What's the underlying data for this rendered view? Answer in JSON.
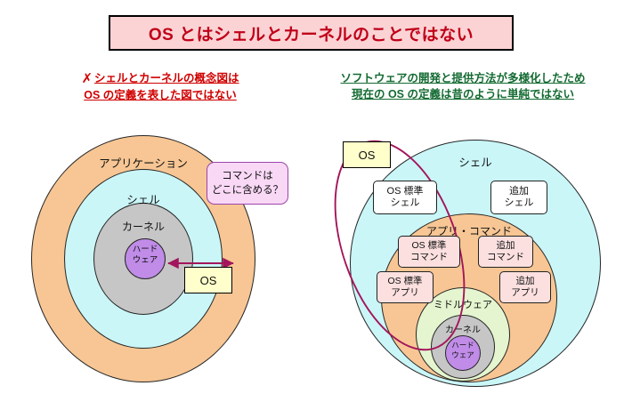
{
  "title": {
    "text": "OS とはシェルとカーネルのことではない",
    "color": "#C00018",
    "background": "#FBD3D5"
  },
  "captions": {
    "left": {
      "xmark": "✗",
      "line1": "シェルとカーネルの概念図は",
      "line2": "OS の定義を表した図ではない",
      "color": "#D00000"
    },
    "right": {
      "line1": "ソフトウェアの開発と提供方法が多様化したため",
      "line2": "現在の OS の定義は昔のように単純ではない",
      "color": "#146B32"
    }
  },
  "left_diagram": {
    "rings": [
      {
        "label": "アプリケーション",
        "color": "#F7C694"
      },
      {
        "label": "シェル",
        "color": "#CAF6F8"
      },
      {
        "label": "カーネル",
        "color": "#C6C6C6"
      },
      {
        "label": "ハード\nウェア",
        "line1": "ハード",
        "line2": "ウェア",
        "color": "#C08CE8"
      }
    ],
    "os_box": "OS",
    "callout": {
      "line1": "コマンドは",
      "line2": "どこに含める？",
      "background": "#F9D8F6",
      "border": "#9B45A8"
    },
    "arrow_color": "#A3165B"
  },
  "right_diagram": {
    "rings": [
      {
        "label": "シェル",
        "color": "#CAF6F8"
      },
      {
        "label": "アプリ・コマンド",
        "color": "#F7C694"
      },
      {
        "label": "ミドルウェア",
        "color": "#E4F5CF"
      },
      {
        "label": "カーネル",
        "color": "#C6C6C6"
      },
      {
        "label": "ハード\nウェア",
        "line1": "ハード",
        "line2": "ウェア",
        "color": "#C08CE8"
      }
    ],
    "os_box": "OS",
    "os_ellipse_color": "#A3165B",
    "boxes": [
      {
        "name": "std-shell",
        "line1": "OS 標準",
        "line2": "シェル",
        "style": "white"
      },
      {
        "name": "add-shell",
        "line1": "追加",
        "line2": "シェル",
        "style": "white"
      },
      {
        "name": "std-command",
        "line1": "OS 標準",
        "line2": "コマンド",
        "style": "pink"
      },
      {
        "name": "add-command",
        "line1": "追加",
        "line2": "コマンド",
        "style": "pink"
      },
      {
        "name": "std-app",
        "line1": "OS 標準",
        "line2": "アプリ",
        "style": "pink"
      },
      {
        "name": "add-app",
        "line1": "追加",
        "line2": "アプリ",
        "style": "pink"
      }
    ]
  }
}
